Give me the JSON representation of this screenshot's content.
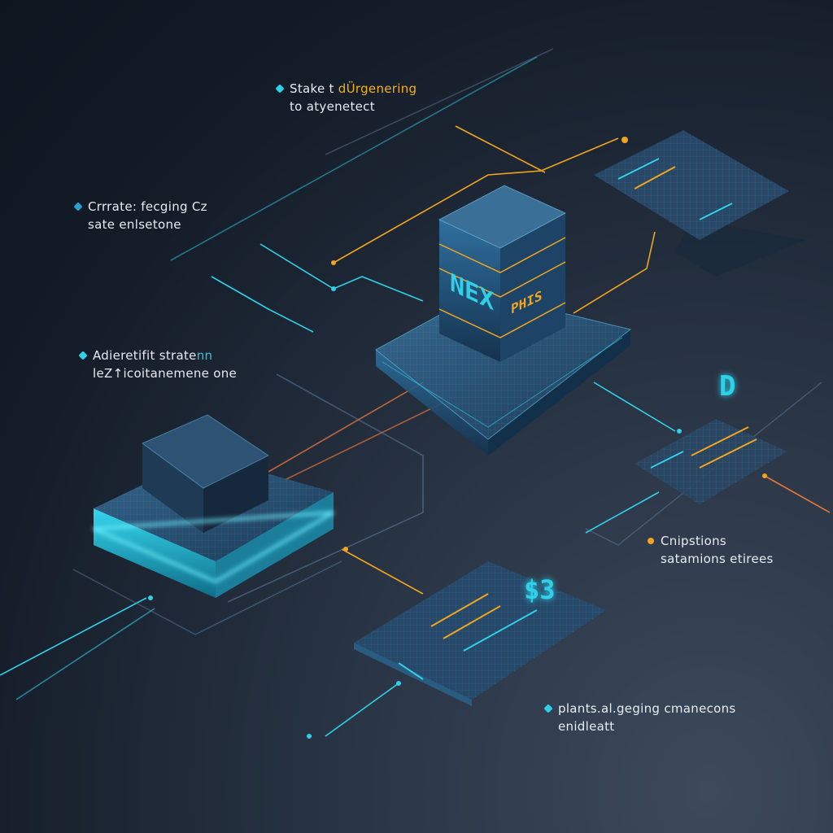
{
  "labels": [
    {
      "line1_a": "Stake t ",
      "line1_b": "dÜrgenering",
      "line2": "to atyenetect",
      "dot_color": "#2fd0e8"
    },
    {
      "line1": "Crrrate: fecging Cz",
      "line2": "sate enlsetone",
      "dot_color": "#2a9fd0"
    },
    {
      "line1_a": "Adieretifit strate",
      "line1_b": "nn",
      "line2": "leZ↑icoitanemene one",
      "dot_color": "#2fd0e8"
    },
    {
      "line1": "Cnipstions",
      "line2": "satamions etirees",
      "dot_color": "#f2a51e"
    },
    {
      "line1": "plants.al.geging cmanecons",
      "line2": "enidleatt",
      "dot_color": "#2fd0e8"
    }
  ],
  "tower": {
    "left_text": "NEX",
    "right_text": "PHIS"
  },
  "glyphs": {
    "d_mark": "D",
    "dollar_mark": "$3"
  },
  "colors": {
    "cyan": "#2fd0e8",
    "orange": "#f2a51e",
    "panel": "#1d3a55"
  }
}
